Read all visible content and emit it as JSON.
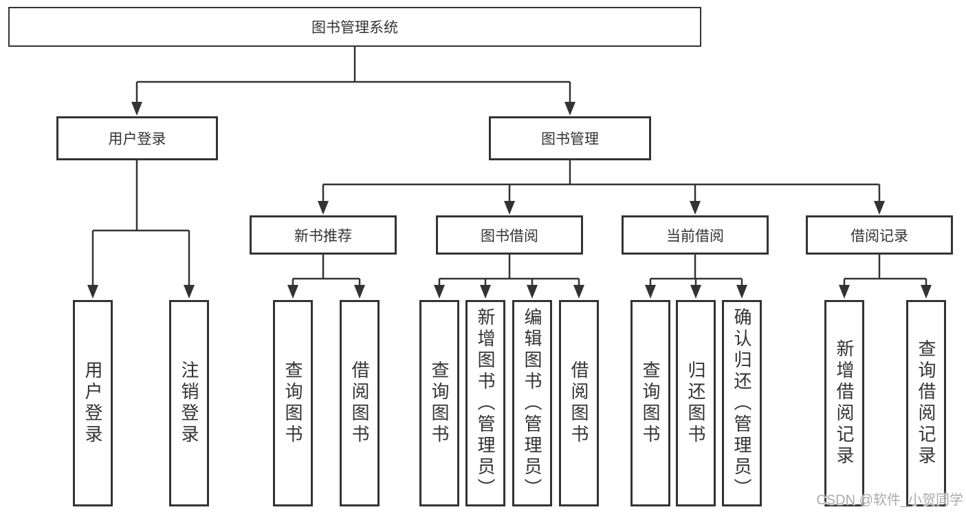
{
  "diagram": {
    "title": "图书管理系统",
    "type": "hierarchy-tree"
  },
  "watermark": "CSDN @软件_小贺同学",
  "colors": {
    "line": "#333333",
    "text": "#333333",
    "box_background": "#ffffff",
    "watermark": "#ababab"
  },
  "tree": {
    "root": {
      "label": "图书管理系统",
      "children": [
        {
          "id": "user-login",
          "label": "用户登录",
          "children": [
            {
              "id": "user-login-action",
              "label": "用户登录"
            },
            {
              "id": "logout-action",
              "label": "注销登录"
            }
          ]
        },
        {
          "id": "book-management",
          "label": "图书管理",
          "children": [
            {
              "id": "new-book-recommendation",
              "label": "新书推荐",
              "children": [
                {
                  "id": "query-books",
                  "label": "查询图书"
                },
                {
                  "id": "borrow-books",
                  "label": "借阅图书"
                }
              ]
            },
            {
              "id": "book-borrowing",
              "label": "图书借阅",
              "children": [
                {
                  "id": "query-books",
                  "label": "查询图书"
                },
                {
                  "id": "add-books-admin",
                  "label": "新增图书（管理员）"
                },
                {
                  "id": "edit-books-admin",
                  "label": "编辑图书（管理员）"
                },
                {
                  "id": "borrow-books",
                  "label": "借阅图书"
                }
              ]
            },
            {
              "id": "current-borrowing",
              "label": "当前借阅",
              "children": [
                {
                  "id": "query-books",
                  "label": "查询图书"
                },
                {
                  "id": "return-books",
                  "label": "归还图书"
                },
                {
                  "id": "confirm-return-admin",
                  "label": "确认归还（管理员）"
                }
              ]
            },
            {
              "id": "borrowing-records",
              "label": "借阅记录",
              "children": [
                {
                  "id": "add-borrowing-record",
                  "label": "新增借阅记录"
                },
                {
                  "id": "query-borrowing-record",
                  "label": "查询借阅记录"
                }
              ]
            }
          ]
        }
      ]
    }
  }
}
